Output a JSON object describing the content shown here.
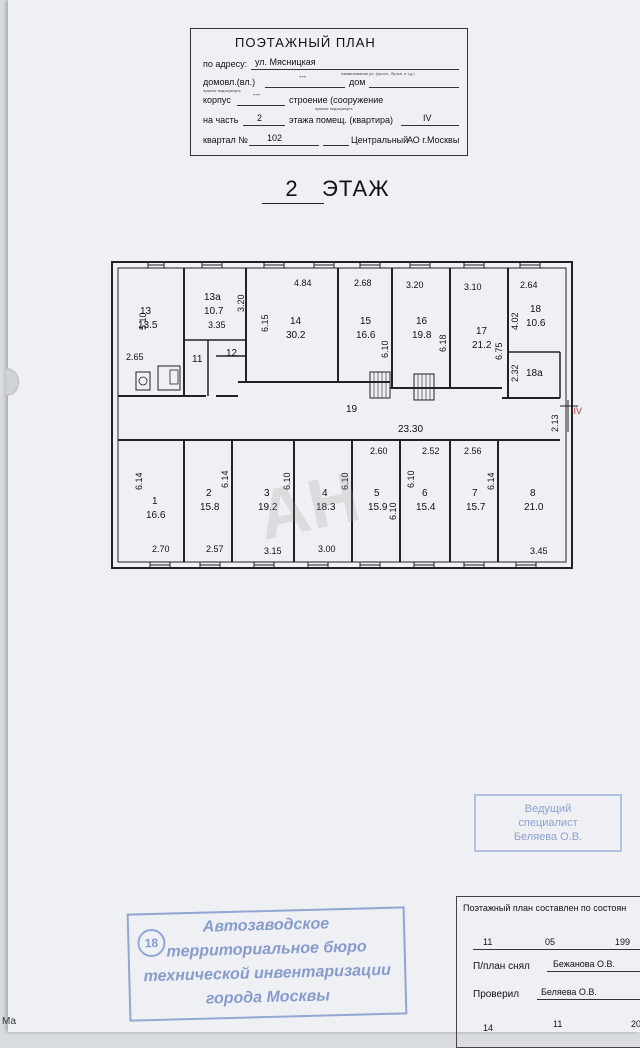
{
  "header": {
    "title": "ПОЭТАЖНЫЙ ПЛАН",
    "address_label": "по адресу:",
    "address_value": "ул. Мясницкая",
    "address_hint": "наименование ул. (просп., бульв. и т.д.)",
    "domovl_label": "домовл.(вл.)",
    "domovl_value": "---",
    "dom_label": "дом",
    "hint_needed": "нужное подчеркнуть",
    "korpus_label": "корпус",
    "korpus_value": "---",
    "stroenie_label": "строение (сооружение",
    "na_chast_label": "на часть",
    "na_chast_value": "2",
    "etazha_label": "этажа помещ. (квартира)",
    "etazha_value": "IV",
    "kvartal_label": "квартал №",
    "kvartal_value": "102",
    "district_value": "Центральный",
    "district_suffix": "АО г.Москвы"
  },
  "floor": {
    "number": "2",
    "label": "ЭТАЖ"
  },
  "plan": {
    "top_rooms": [
      {
        "num": "13",
        "area": "13.5"
      },
      {
        "num": "13а",
        "area": "10.7"
      },
      {
        "num": "14",
        "area": "30.2"
      },
      {
        "num": "15",
        "area": "16.6"
      },
      {
        "num": "16",
        "area": "19.8"
      },
      {
        "num": "17",
        "area": "21.2"
      },
      {
        "num": "18",
        "area": "10.6"
      },
      {
        "num": "18а",
        "area": ""
      },
      {
        "num": "11",
        "area": ""
      },
      {
        "num": "12",
        "area": ""
      }
    ],
    "bottom_rooms": [
      {
        "num": "1",
        "area": "16.6"
      },
      {
        "num": "2",
        "area": "15.8"
      },
      {
        "num": "3",
        "area": "19.2"
      },
      {
        "num": "4",
        "area": "18.3"
      },
      {
        "num": "5",
        "area": "15.9"
      },
      {
        "num": "6",
        "area": "15.4"
      },
      {
        "num": "7",
        "area": "15.7"
      },
      {
        "num": "8",
        "area": "21.0"
      }
    ],
    "corridor": {
      "num": "19",
      "length": "23.30"
    },
    "dims": {
      "d510": "5.10",
      "d320": "3.20",
      "d335": "3.35",
      "d265": "2.65",
      "d615a": "6.15",
      "d484": "4.84",
      "d268": "2.68",
      "d610a": "6.10",
      "d320b": "3.20",
      "d618": "6.18",
      "d310": "3.10",
      "d675": "6.75",
      "d264": "2.64",
      "d402": "4.02",
      "d232": "2.32",
      "d213": "2.13",
      "d614a": "6.14",
      "d614b": "6.14",
      "d610b": "6.10",
      "d610c": "6.10",
      "d260": "2.60",
      "d610d": "6.10",
      "d252": "2.52",
      "d610e": "6.10",
      "d256": "2.56",
      "d614c": "6.14",
      "d270": "2.70",
      "d257": "2.57",
      "d315": "3.15",
      "d300": "3.00",
      "d345": "3.45"
    },
    "section_mark": "IV"
  },
  "watermark": "АН",
  "stamp_specialist": {
    "line1": "Ведущий",
    "line2": "специалист",
    "line3": "Беляева О.В."
  },
  "stamp_bti": {
    "number": "18",
    "line1": "Автозаводское",
    "line2": "территориальное бюро",
    "line3": "технической инвентаризации",
    "line4": "города Москвы"
  },
  "compose_box": {
    "line1": "Поэтажный план составлен по состоян",
    "day": "11",
    "month": "05",
    "year": "199",
    "shot_label": "П/план снял",
    "shot_value": "Бежанова О.В.",
    "checked_label": "Проверил",
    "checked_value": "Беляева О.В.",
    "d2": "14",
    "m2": "11",
    "y2": "20"
  },
  "edge_text": "Ма"
}
